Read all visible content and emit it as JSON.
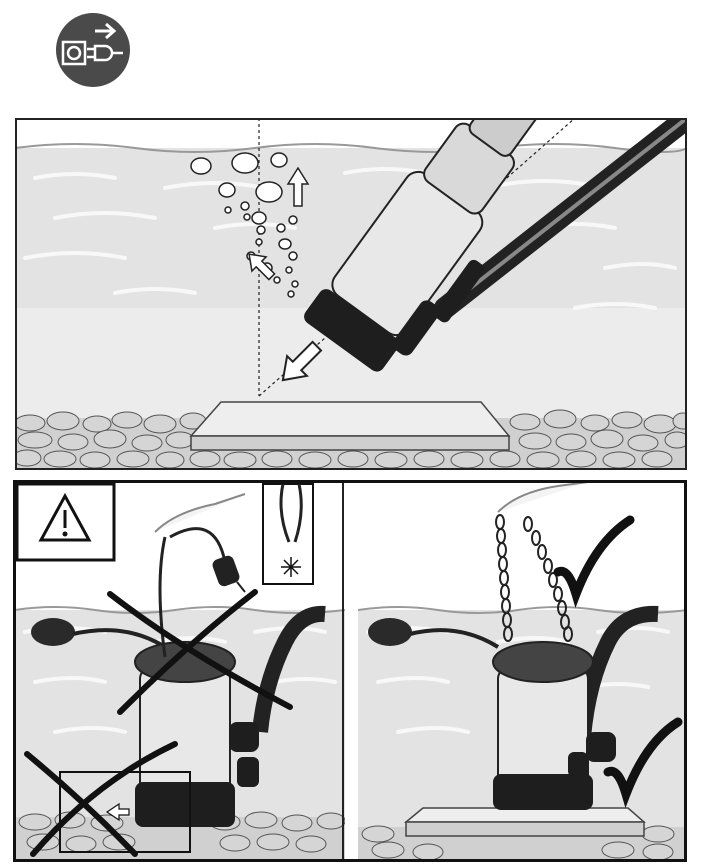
{
  "manual_page": {
    "icons": {
      "unplug": "unplug-before-handling-icon",
      "warning": "warning-triangle-icon",
      "check": "checkmark-icon",
      "forbidden": "x-cross-icon",
      "spark": "electric-spark-icon"
    },
    "colors": {
      "water": "#dedede",
      "water_light": "#eeeeee",
      "pump_body": "#e6e6e6",
      "pump_dark": "#1e1e1e",
      "outline": "#111111",
      "stone": "#cfcfcf"
    },
    "panels": {
      "top": "tilt-pump-to-release-air",
      "bottom_left": "do-not-lift-by-power-cable",
      "bottom_right": "lift-by-chain-and-place-on-base"
    }
  }
}
